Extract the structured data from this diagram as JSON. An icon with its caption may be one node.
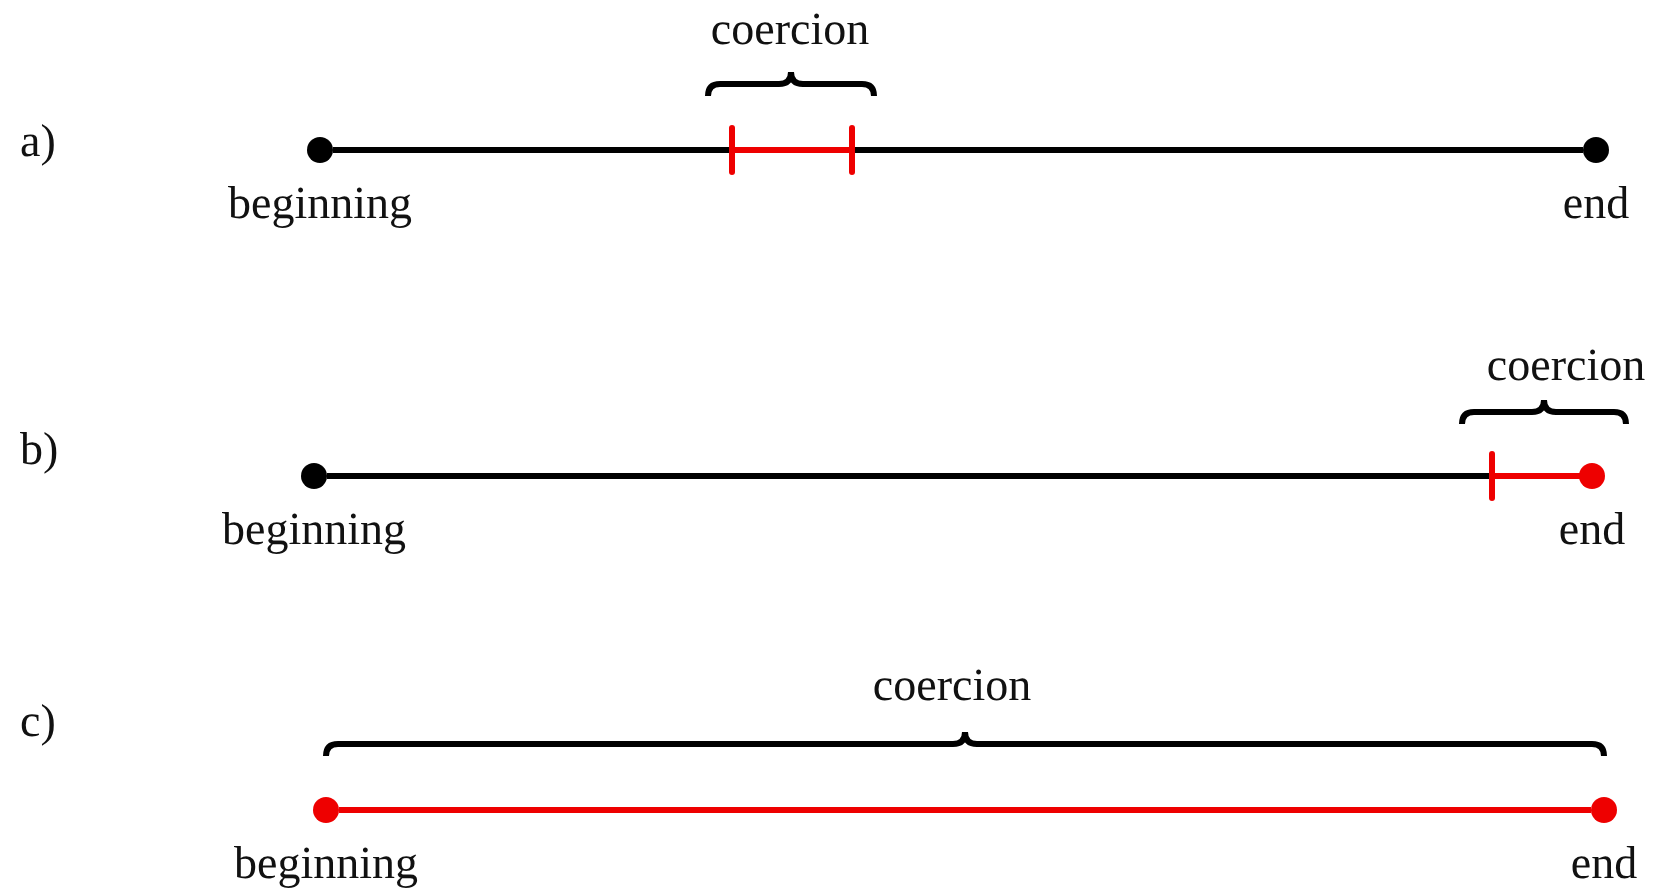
{
  "diagram": {
    "nodes": [
      {
        "text": [],
        "shape": "circle",
        "beside": [
          "beginning"
        ]
      },
      {
        "text": [],
        "shape": "circle",
        "beside": [
          "end"
        ]
      },
      {
        "text": [],
        "shape": "circle",
        "beside": [
          "beginning"
        ]
      },
      {
        "text": [],
        "shape": "circle",
        "beside": [
          "end"
        ]
      },
      {
        "text": [],
        "shape": "circle",
        "beside": [
          "beginning"
        ]
      },
      {
        "text": [],
        "shape": "circle",
        "beside": [
          "end"
        ]
      }
    ],
    "edges": [
      {
        "from": 0,
        "to": 1,
        "arrow": "none"
      },
      {
        "from": 2,
        "to": 3,
        "arrow": "none"
      },
      {
        "from": 4,
        "to": 5,
        "arrow": "none",
        "color": "#ee0000"
      }
    ],
    "labels": [
      "coercion",
      "a)",
      "coercion",
      "b)",
      "c)",
      "coercion"
    ]
  }
}
